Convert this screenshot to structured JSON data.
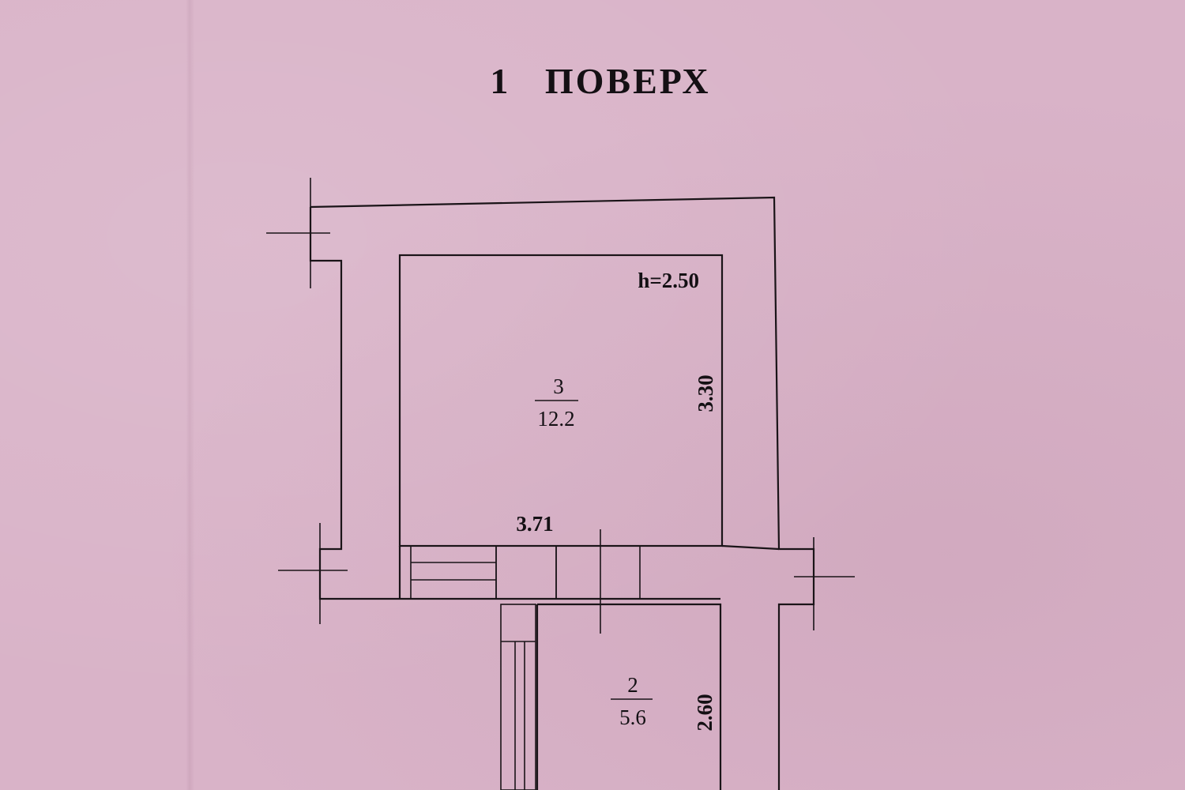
{
  "title": "1   ПОВЕРХ",
  "rooms": [
    {
      "number": "3",
      "area": "12.2"
    },
    {
      "number": "2",
      "area": "5.6"
    }
  ],
  "labels": {
    "height": "h=2.50",
    "room3_length": "3.30",
    "room3_width": "3.71",
    "room2_length": "2.60"
  },
  "colors": {
    "paper": "#d9b3c8",
    "ink": "#1a1418"
  }
}
